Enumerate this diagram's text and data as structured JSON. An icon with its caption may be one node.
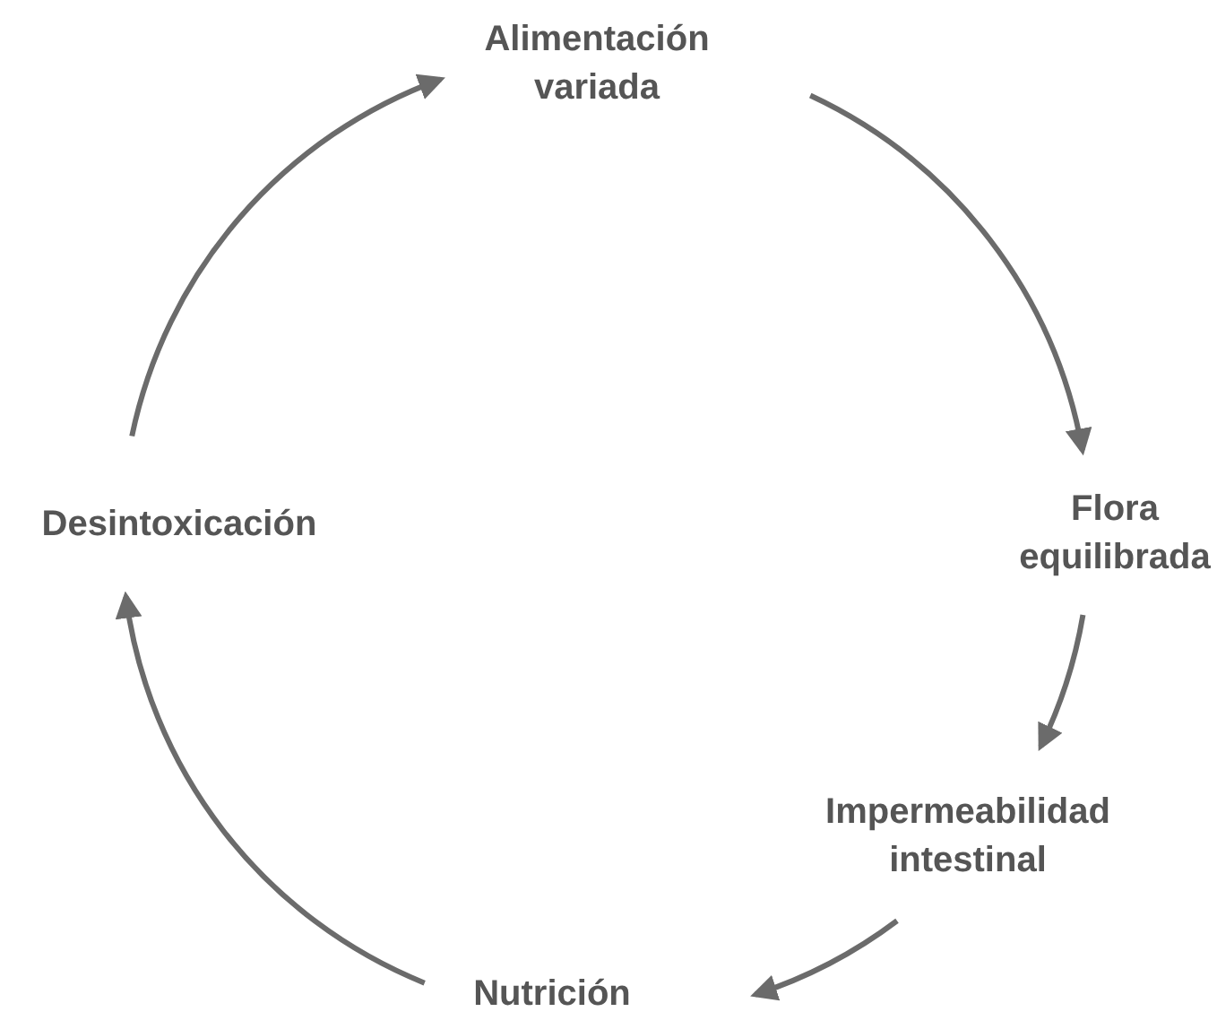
{
  "diagram": {
    "nodes": [
      {
        "text": [
          "Alimentación variada"
        ]
      },
      {
        "text": [
          "Flora equilibrada"
        ]
      },
      {
        "text": [
          "Impermeabilidad intestinal"
        ]
      },
      {
        "text": [
          "Nutrición"
        ]
      },
      {
        "text": [
          "Desintoxicación"
        ]
      }
    ],
    "edges": [
      {
        "from": 0,
        "to": 1,
        "arrow": "to"
      },
      {
        "from": 1,
        "to": 2,
        "arrow": "to"
      },
      {
        "from": 2,
        "to": 3,
        "arrow": "to"
      },
      {
        "from": 3,
        "to": 4,
        "arrow": "to"
      },
      {
        "from": 4,
        "to": 0,
        "arrow": "to"
      }
    ]
  }
}
